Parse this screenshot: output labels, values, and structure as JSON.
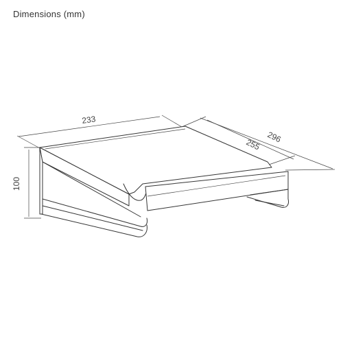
{
  "header": {
    "title": "Dimensions (mm)"
  },
  "dimensions": {
    "width": "233",
    "depth_inner": "255",
    "depth_outer": "296",
    "height": "100"
  },
  "colors": {
    "line": "#333333",
    "background": "#ffffff"
  }
}
